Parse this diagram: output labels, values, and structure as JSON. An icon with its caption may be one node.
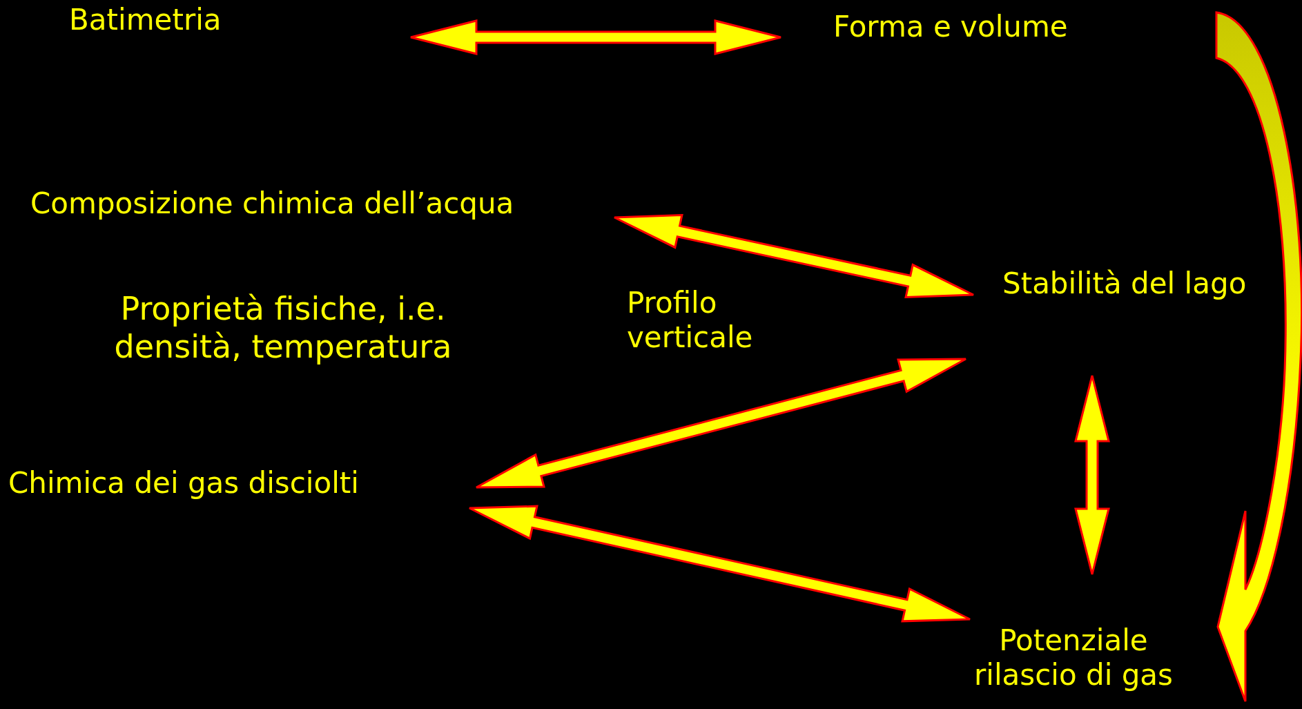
{
  "diagram": {
    "nodes": [
      {
        "text": [
          "Batimetria"
        ]
      },
      {
        "text": [
          "Forma e volume"
        ]
      },
      {
        "text": [
          "Composizione chimica dell’acqua"
        ]
      },
      {
        "text": [
          "Stabilità del lago"
        ]
      },
      {
        "text": [
          "Chimica dei gas disciolti"
        ]
      },
      {
        "text": [
          "Potenziale rilascio di gas"
        ]
      }
    ],
    "edges": [
      {
        "from": 0,
        "to": 1,
        "arrow": "both"
      },
      {
        "from": 1,
        "to": 5,
        "arrow": "to"
      },
      {
        "from": 2,
        "to": 3,
        "arrow": "both"
      },
      {
        "from": 4,
        "to": 3,
        "arrow": "both"
      },
      {
        "from": 3,
        "to": 5,
        "arrow": "both"
      },
      {
        "from": 4,
        "to": 5,
        "arrow": "both"
      }
    ],
    "labels": [
      "Proprietà fisiche, i.e. densità, temperatura",
      "Profilo verticale"
    ]
  }
}
